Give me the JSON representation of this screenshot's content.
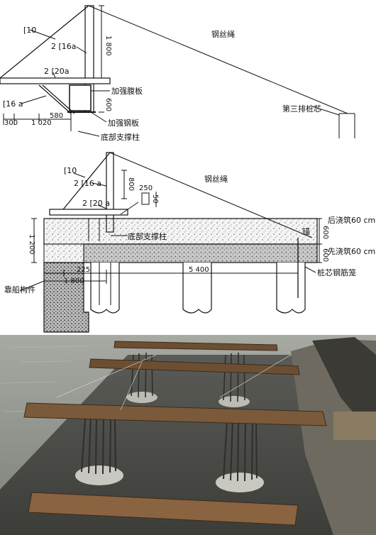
{
  "top_drawing": {
    "labels": {
      "ch10": "[10",
      "ch16a_upper": "2 [16a",
      "ch20a": "2 [20a",
      "ch16a_lower": "[16 a",
      "dim_1800": "1 800",
      "dim_600": "600",
      "wire_rope": "钢丝绳",
      "web_plate": "加强腹板",
      "steel_plate": "加强钢板",
      "support_column": "底部支撑柱",
      "third_row_pile": "第三排桩芯",
      "dim_580": "580",
      "dim_300": "300",
      "dim_1020": "1 020"
    }
  },
  "middle_drawing": {
    "labels": {
      "ch10": "[10",
      "ch16a": "2 [16 a",
      "dim_800": "800",
      "dim_250": "250",
      "dim_50": "50",
      "wire_rope": "钢丝绳",
      "ch20a": "2 [20 a",
      "rear_pour": "后浇筑60 cm",
      "anchor": "锚",
      "first_pour": "先浇筑60 cm",
      "support_column": "底部支撑柱",
      "dim_1200": "1 200",
      "dim_600a": "600",
      "dim_600b": "600",
      "dim_225": "225",
      "dim_1800": "1 800",
      "dim_5400": "5 400",
      "pile_cage": "桩芯钢筋笼",
      "berthing_member": "靠船构件"
    }
  },
  "photo": {
    "colors": {
      "water": "#8c8f88",
      "deck": "#4e4f4a",
      "beam": "#7a5a3a",
      "rebar": "#3a3a38"
    }
  }
}
